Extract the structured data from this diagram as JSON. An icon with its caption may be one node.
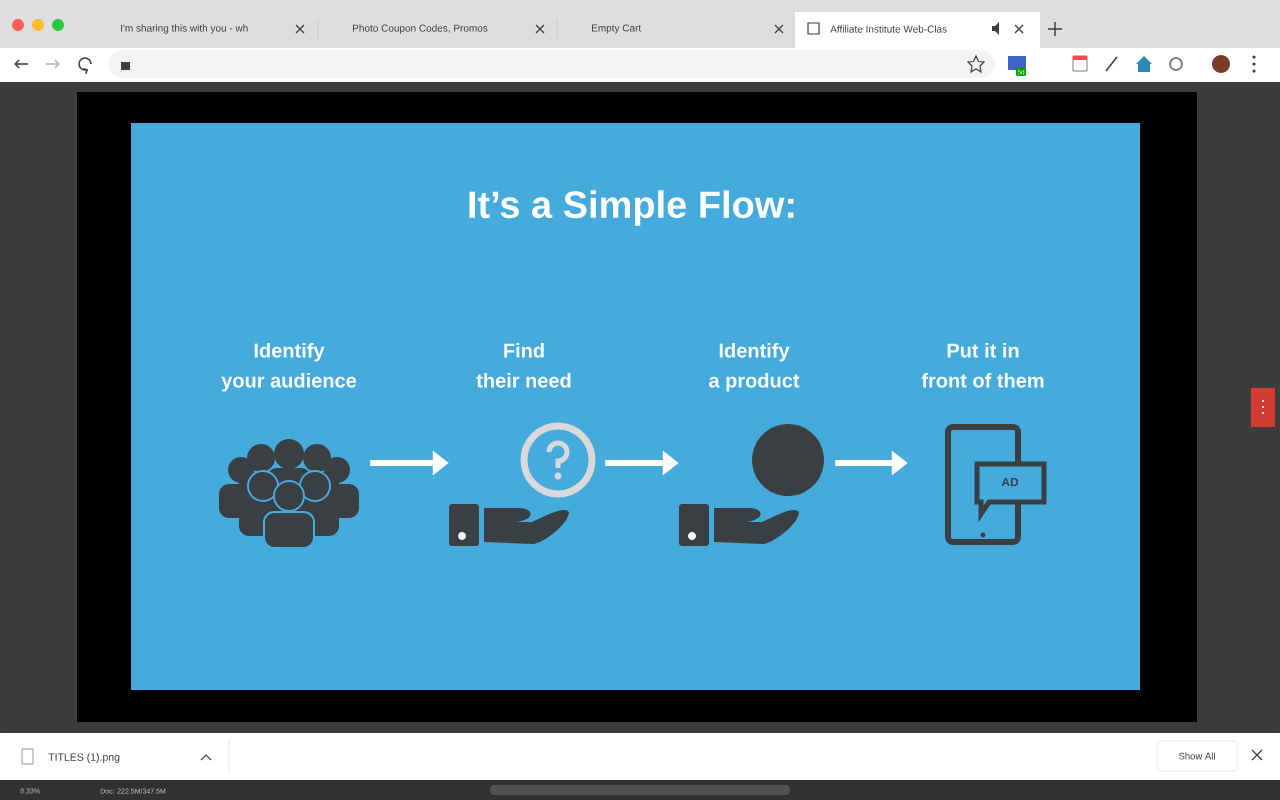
{
  "diagram": {
    "title": "It’s a Simple Flow:",
    "nodes": [
      {
        "text": [
          "Identify your audience"
        ]
      },
      {
        "text": [
          "Find their need"
        ]
      },
      {
        "text": [
          "Identify a product"
        ]
      },
      {
        "text": [
          "Put it in front of them"
        ]
      }
    ],
    "edges": [
      {
        "from": 0,
        "to": 1,
        "arrow": "to"
      },
      {
        "from": 1,
        "to": 2,
        "arrow": "to"
      },
      {
        "from": 2,
        "to": 3,
        "arrow": "to"
      }
    ],
    "labels": [
      "I'm sharing this with you - wh",
      "Photo Coupon Codes, Promos",
      "Empty Cart",
      "Affiliate Institute Web-Clas",
      "5d",
      "AD",
      "TITLES (1).png",
      "Show All",
      "8.33%",
      "Doc: 222.5M/347.5M"
    ]
  }
}
